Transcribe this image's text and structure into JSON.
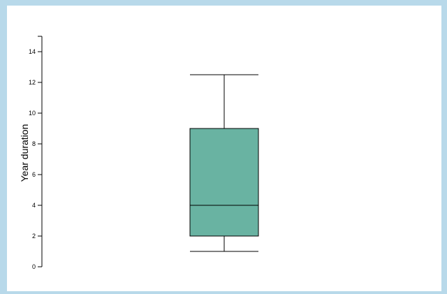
{
  "chart_data": {
    "type": "boxplot",
    "ylabel": "Year duration",
    "ylim": [
      0,
      15
    ],
    "yticks": [
      0,
      2,
      4,
      6,
      8,
      10,
      12,
      14
    ],
    "box": {
      "min": 1,
      "q1": 2,
      "median": 4,
      "q3": 9,
      "max": 12.5
    },
    "colors": {
      "box_fill": "#69b3a2",
      "background": "#b8d9ea"
    }
  }
}
